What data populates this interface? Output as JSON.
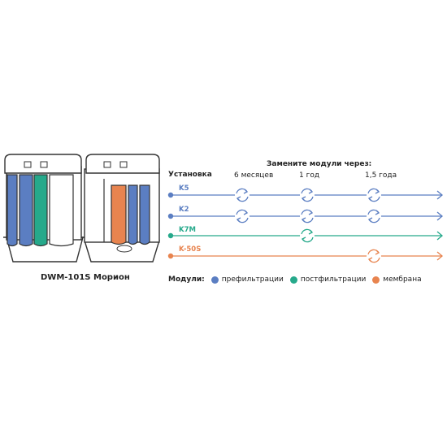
{
  "diagram": {
    "header": "Замените модули через:",
    "col_start": "Установка",
    "columns": [
      "6 месяцев",
      "1 год",
      "1,5 года"
    ],
    "rows": [
      {
        "label": "K5",
        "color": "#5b7ec2",
        "replace_at": [
          "6 месяцев",
          "1 год",
          "1,5 года"
        ]
      },
      {
        "label": "K2",
        "color": "#5b7ec2",
        "replace_at": [
          "6 месяцев",
          "1 год",
          "1,5 года"
        ]
      },
      {
        "label": "K7M",
        "color": "#26a98b",
        "replace_at": [
          "1 год"
        ]
      },
      {
        "label": "K-50S",
        "color": "#e8844f",
        "replace_at": [
          "1,5 года"
        ]
      }
    ]
  },
  "product_name": "DWM-101S Морион",
  "legend": {
    "title": "Модули:",
    "items": [
      {
        "label": "префильтрации",
        "color": "#5b7ec2"
      },
      {
        "label": "постфильтрации",
        "color": "#26a98b"
      },
      {
        "label": "мембрана",
        "color": "#e8844f"
      }
    ]
  },
  "icons": {
    "cycle": "refresh-cycle-icon"
  }
}
